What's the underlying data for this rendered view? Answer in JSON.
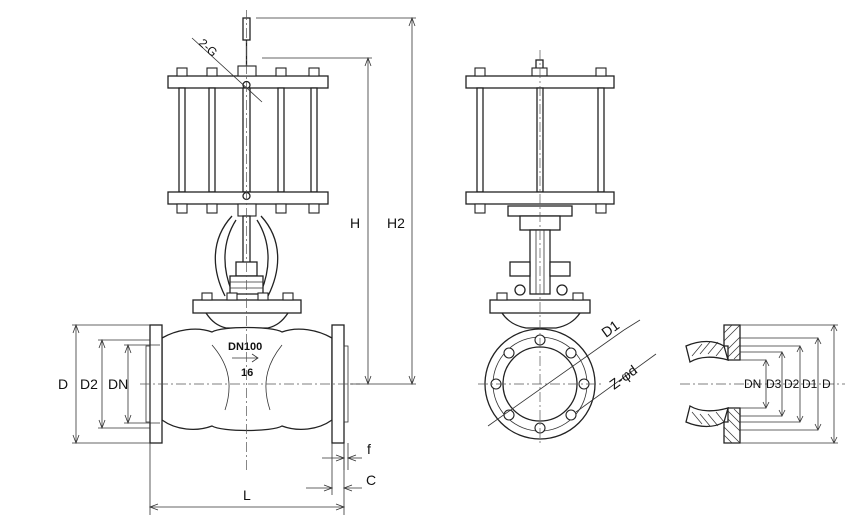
{
  "dimensions": {
    "front": {
      "D": "D",
      "D2": "D2",
      "DN": "DN",
      "L": "L",
      "H": "H",
      "H2": "H2",
      "f": "f",
      "C": "C",
      "G": "2-G"
    },
    "side": {
      "D1": "D1",
      "Zd": "Z-φd"
    },
    "flange_detail": {
      "DN": "DN",
      "D3": "D3",
      "D2": "D2",
      "D1": "D1",
      "D": "D"
    }
  },
  "body_marks": {
    "size": "DN100",
    "pressure": "16"
  },
  "colors": {
    "line": "#222222",
    "background": "#ffffff"
  }
}
